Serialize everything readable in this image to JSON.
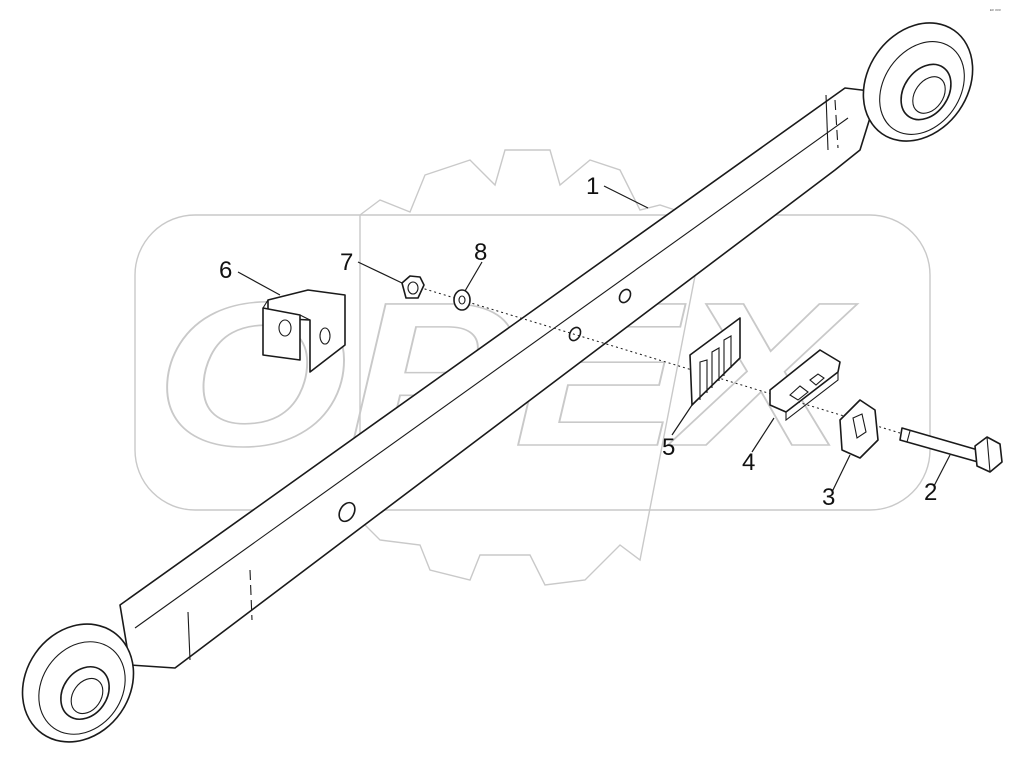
{
  "diagram": {
    "watermark_text": "OPEX",
    "corner_mark": "ᵉᵒ ᵒᵒᵒ"
  },
  "parts": [
    {
      "number": "1",
      "part": "lift-arm"
    },
    {
      "number": "2",
      "part": "bolt"
    },
    {
      "number": "3",
      "part": "clamp-block"
    },
    {
      "number": "4",
      "part": "plate"
    },
    {
      "number": "5",
      "part": "shim"
    },
    {
      "number": "6",
      "part": "bracket"
    },
    {
      "number": "7",
      "part": "nut"
    },
    {
      "number": "8",
      "part": "washer"
    }
  ],
  "colors": {
    "line": "#1a1a1a",
    "watermark": "#c9c9c9",
    "background": "#ffffff"
  }
}
